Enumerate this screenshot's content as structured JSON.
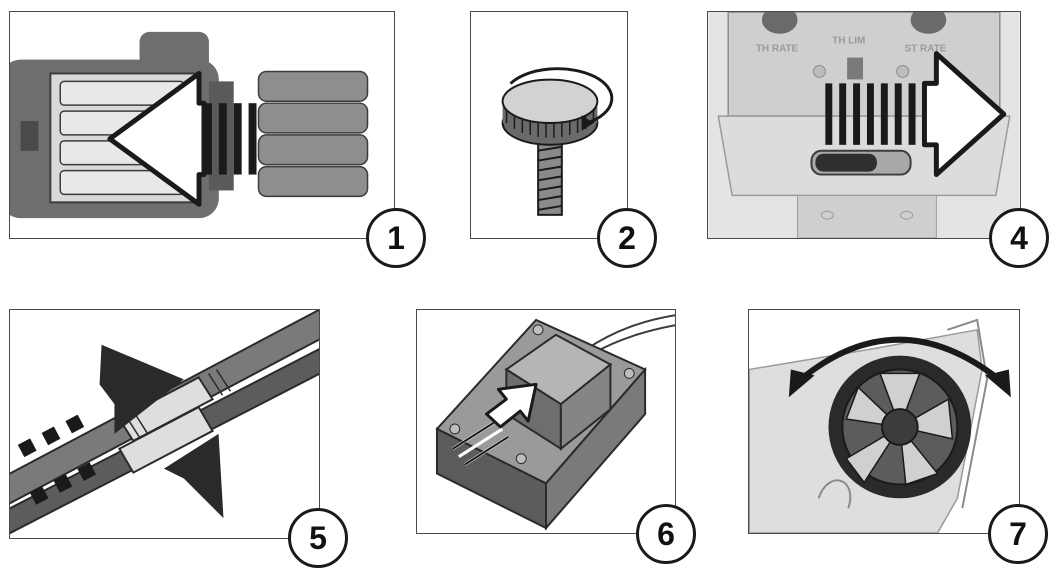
{
  "steps": [
    {
      "number": "1"
    },
    {
      "number": "2"
    },
    {
      "number": "4"
    },
    {
      "number": "5"
    },
    {
      "number": "6"
    },
    {
      "number": "7"
    }
  ],
  "transmitter_labels": {
    "th_rate": "TH RATE",
    "th_lim": "TH LIM",
    "st_rate": "ST RATE"
  },
  "colors": {
    "line": "#1a1a1a",
    "device_gray": "#6e6e6e",
    "light_gray": "#d9d9d9",
    "mid_gray": "#a8a8a8",
    "dark_gray": "#3c3c3c"
  }
}
